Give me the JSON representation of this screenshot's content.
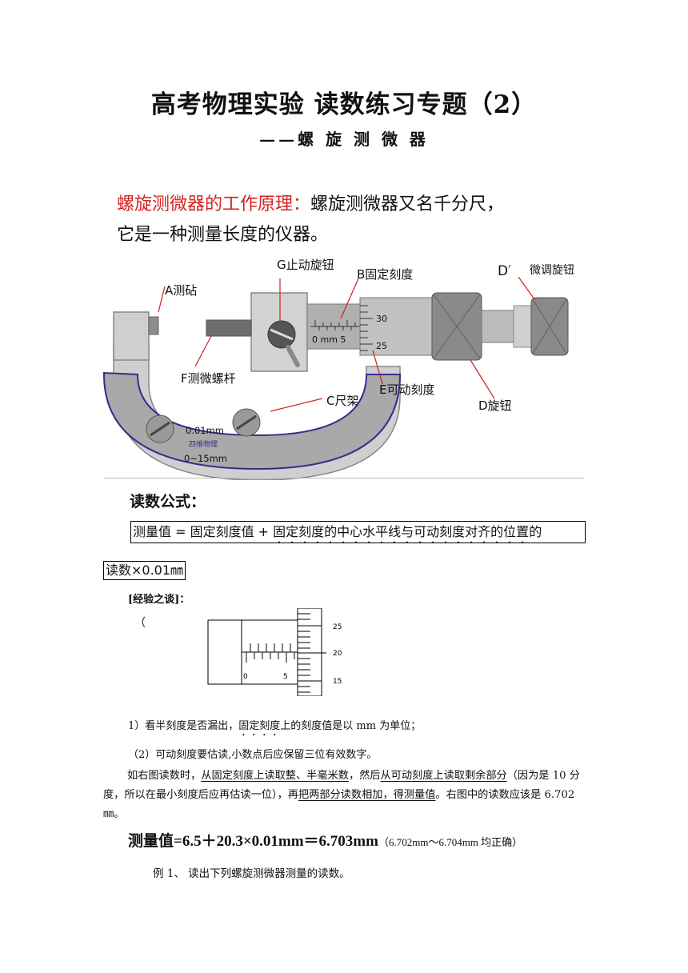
{
  "title": "高考物理实验 读数练习专题（2）",
  "subtitle": "——螺 旋 测 微 器",
  "principle": {
    "heading": "螺旋测微器的工作原理：",
    "text1": "螺旋测微器又名千分尺，",
    "text2": "它是一种测量长度的仪器。"
  },
  "diagram_labels": {
    "A": "A测砧",
    "G": "G止动旋钮",
    "B": "B固定刻度",
    "D_prime": "D′",
    "D_prime_text": "微调旋钮",
    "F": "F测微螺杆",
    "C": "C尺架",
    "E": "E可动刻度",
    "D": "D旋钮",
    "frame_line1": "0.01mm",
    "frame_logo": "四维物理",
    "frame_line2": "0~15mm",
    "sleeve_scale": "0  mm  5",
    "thimble_30": "30",
    "thimble_25": "25"
  },
  "formula": {
    "label": "读数公式：",
    "line1_a": "测量值 = 固定刻度值 + ",
    "line1_b": "固定刻度的中心水平线与可动刻度对齐的位置",
    "line1_c": "的",
    "line2": "读数×0.01㎜"
  },
  "experience": "[经验之谈]：",
  "paren": "（",
  "scale_labels": {
    "n0": "0",
    "n5": "5",
    "t25": "25",
    "t20": "20",
    "t15": "15"
  },
  "tips": {
    "tip1_a": "1）看半刻度是否漏出，",
    "tip1_b": "固定刻度",
    "tip1_c": "上的刻度值是以 mm 为单位；",
    "tip2": "（2）可动刻度要估读,小数点后应保留三位有效数字。"
  },
  "paragraph": {
    "p1": "如右图读数时，",
    "p2": "从固定刻度上读取整、半毫米数",
    "p3": "，然后",
    "p4": "从可动刻度上读取剩余部分",
    "p5": "（因为是 10 分度，所以在最小刻度后应再估读一位），再",
    "p6": "把两部分读数相加，得测量值",
    "p7": "。右图中的读数应该是 6.702㎜。"
  },
  "result": {
    "main": "测量值=6.5＋20.3×0.01mm＝6.703mm",
    "note": "（6.702mm～6.704mm 均正确）"
  },
  "example": "例 1、 读出下列螺旋测微器测量的读数。"
}
